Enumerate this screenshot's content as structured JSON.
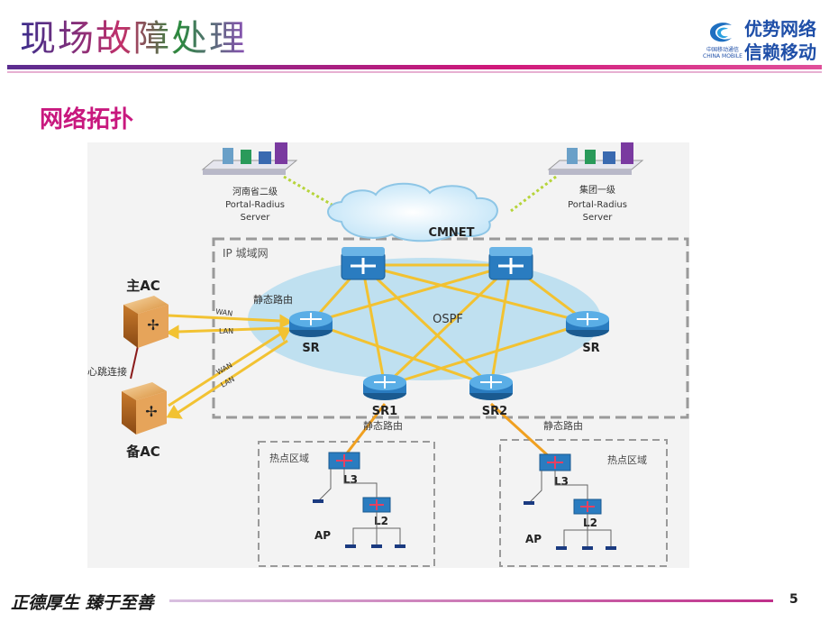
{
  "header": {
    "title": "现场故障处理",
    "slogan_line1": "优势网络",
    "slogan_line2": "信赖移动",
    "logo_text": "中国移动通信 CHINA MOBILE"
  },
  "section": {
    "title": "网络拓扑"
  },
  "diagram": {
    "cloud_label": "CMNET",
    "ospf_label": "OSPF",
    "ip_domain_label": "IP 城域网",
    "server_left_lines": [
      "河南省二级",
      "Portal-Radius",
      "Server"
    ],
    "server_right_lines": [
      "集团一级",
      "Portal-Radius",
      "Server"
    ],
    "main_ac_label": "主AC",
    "backup_ac_label": "备AC",
    "heartbeat_label": "心跳连接",
    "static_route_top": "静态路由",
    "static_route_left": "静态路由",
    "static_route_right": "静态路由",
    "wan_label": "WAN",
    "lan_label": "LAN",
    "sr_left_label": "SR",
    "sr_right_label": "SR",
    "sr1_label": "SR1",
    "sr2_label": "SR2",
    "hotspot_left_label": "热点区域",
    "hotspot_right_label": "热点区域",
    "l3_label": "L3",
    "l2_label": "L2",
    "ap_label": "AP"
  },
  "footer": {
    "motto": "正德厚生  臻于至善",
    "page_number": "5"
  },
  "colors": {
    "link": "#f2c232",
    "link_orange": "#f0a020",
    "router": "#2a7cc0",
    "title_pink": "#c8187e",
    "slogan_blue": "#1f4fa8"
  }
}
